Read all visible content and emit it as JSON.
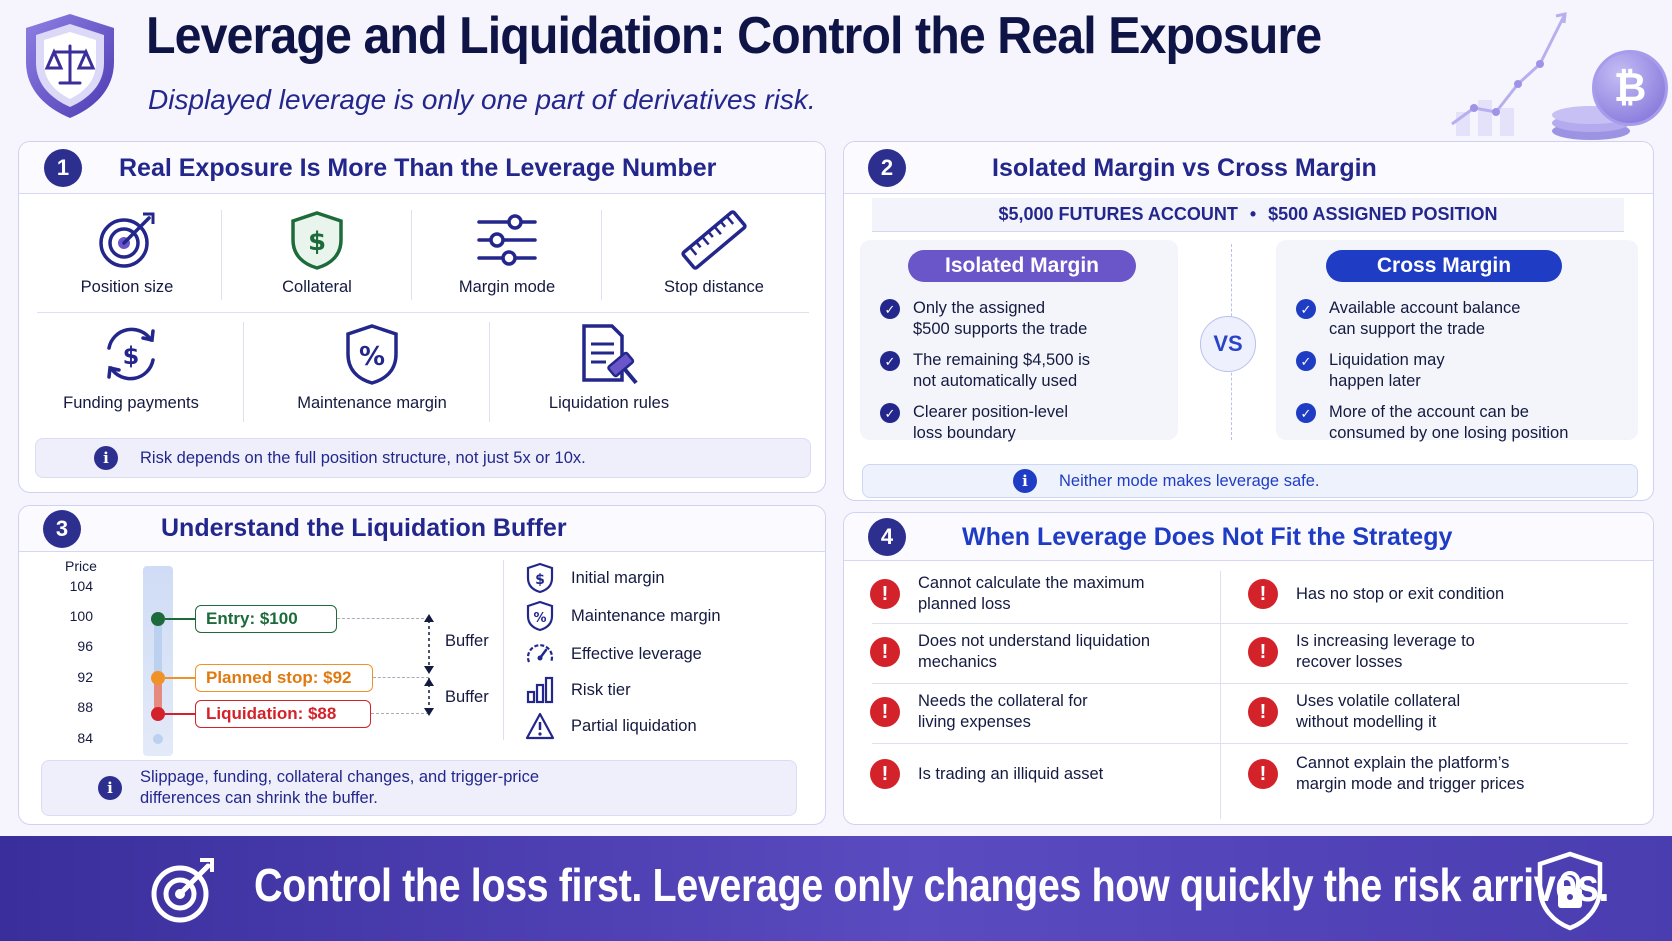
{
  "header": {
    "title": "Leverage and Liquidation: Control the Real Exposure",
    "subtitle": "Displayed leverage is only one part of derivatives risk."
  },
  "section1": {
    "number": "1",
    "title": "Real Exposure Is More Than the Leverage Number",
    "items_row1": [
      {
        "label": "Position size",
        "icon": "target-icon"
      },
      {
        "label": "Collateral",
        "icon": "dollar-shield-icon"
      },
      {
        "label": "Margin mode",
        "icon": "sliders-icon"
      },
      {
        "label": "Stop distance",
        "icon": "ruler-icon"
      }
    ],
    "items_row2": [
      {
        "label": "Funding payments",
        "icon": "dollar-cycle-icon"
      },
      {
        "label": "Maintenance margin",
        "icon": "percent-shield-icon"
      },
      {
        "label": "Liquidation rules",
        "icon": "gavel-document-icon"
      }
    ],
    "info": "Risk depends on the full position structure, not just 5x or 10x."
  },
  "section2": {
    "number": "2",
    "title": "Isolated Margin vs Cross Margin",
    "banner_left": "$5,000 FUTURES ACCOUNT",
    "banner_sep": "•",
    "banner_right": "$500 ASSIGNED POSITION",
    "isolated": {
      "label": "Isolated Margin",
      "points": [
        [
          "Only the assigned",
          "$500 supports the trade"
        ],
        [
          "The remaining $4,500 is",
          "not automatically used"
        ],
        [
          "Clearer position-level",
          "loss boundary"
        ]
      ]
    },
    "vs": "VS",
    "cross": {
      "label": "Cross Margin",
      "points": [
        [
          "Available account balance",
          "can support the trade"
        ],
        [
          "Liquidation may",
          "happen later"
        ],
        [
          "More of the account can be",
          "consumed by one losing position"
        ]
      ]
    },
    "info": "Neither mode makes leverage safe."
  },
  "section3": {
    "number": "3",
    "title": "Understand the Liquidation Buffer",
    "axis_label": "Price",
    "ticks": [
      "104",
      "100",
      "96",
      "92",
      "88",
      "84"
    ],
    "entry": "Entry: $100",
    "stop": "Planned stop: $92",
    "liquidation": "Liquidation: $88",
    "buffer1": "Buffer",
    "buffer2": "Buffer",
    "legend": [
      {
        "label": "Initial margin",
        "icon": "dollar-shield-icon"
      },
      {
        "label": "Maintenance margin",
        "icon": "percent-shield-icon"
      },
      {
        "label": "Effective leverage",
        "icon": "gauge-icon"
      },
      {
        "label": "Risk tier",
        "icon": "bar-chart-icon"
      },
      {
        "label": "Partial liquidation",
        "icon": "warning-triangle-icon"
      }
    ],
    "info_line1": "Slippage, funding, collateral changes, and trigger-price",
    "info_line2": "differences can shrink the buffer."
  },
  "section4": {
    "number": "4",
    "title": "When Leverage Does Not Fit the Strategy",
    "left": [
      [
        "Cannot calculate the maximum",
        "planned loss"
      ],
      [
        "Does not understand liquidation",
        "mechanics"
      ],
      [
        "Needs the collateral for",
        "living expenses"
      ],
      [
        "Is trading an illiquid asset",
        ""
      ]
    ],
    "right": [
      [
        "Has no stop or exit condition",
        ""
      ],
      [
        "Is increasing leverage to",
        "recover losses"
      ],
      [
        "Uses volatile collateral",
        "without modelling it"
      ],
      [
        "Cannot explain the platform’s",
        "margin mode and trigger prices"
      ]
    ]
  },
  "footer": {
    "text": "Control the loss first. Leverage only changes how quickly the risk arrives."
  },
  "decor": {
    "coin_symbol": "₿"
  },
  "colors": {
    "navy": "#23278c",
    "purple": "#6a56c8",
    "blue": "#2a44c8",
    "green": "#1d6b3a",
    "orange": "#f0922a",
    "red": "#d4222a"
  }
}
